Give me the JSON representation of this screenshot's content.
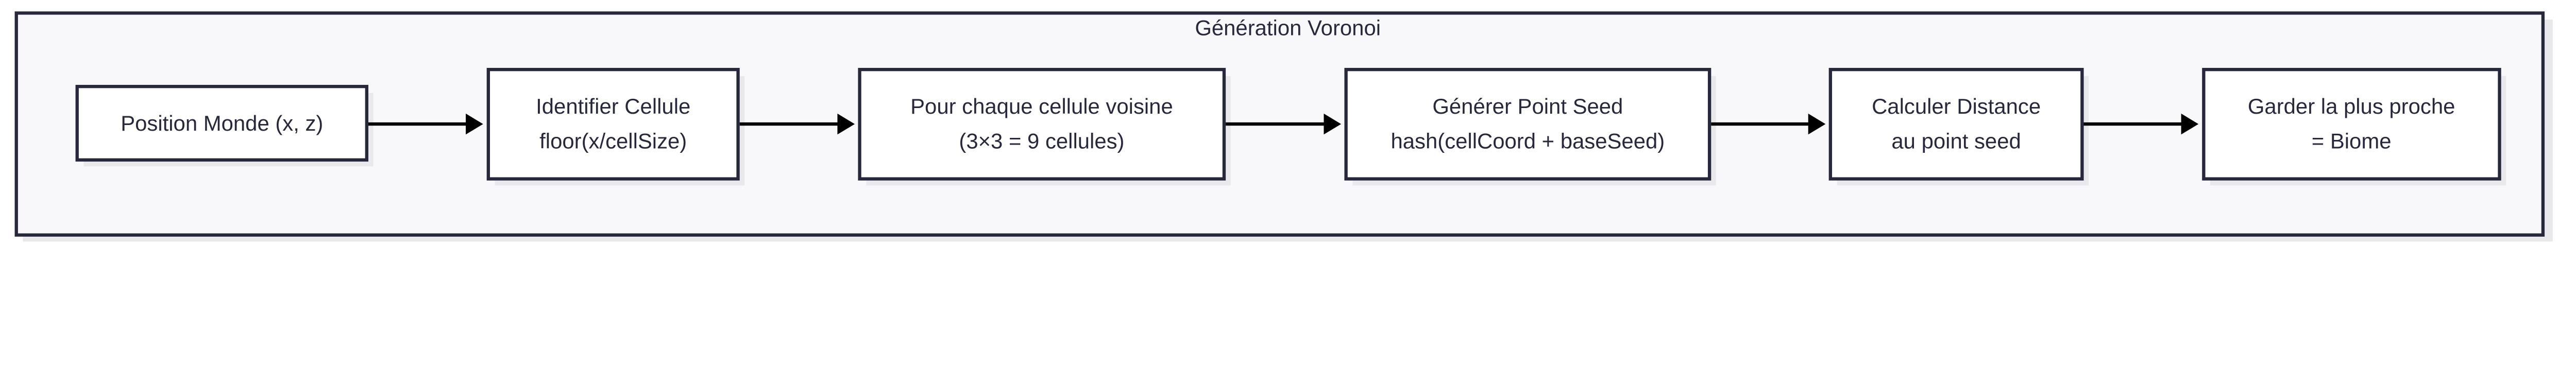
{
  "diagram": {
    "title": "Génération Voronoi",
    "nodes": [
      {
        "lines": [
          "Position Monde (x, z)"
        ]
      },
      {
        "lines": [
          "Identifier Cellule",
          "floor(x/cellSize)"
        ]
      },
      {
        "lines": [
          "Pour chaque cellule voisine",
          "(3×3 = 9 cellules)"
        ]
      },
      {
        "lines": [
          "Générer Point Seed",
          "hash(cellCoord + baseSeed)"
        ]
      },
      {
        "lines": [
          "Calculer Distance",
          "au point seed"
        ]
      },
      {
        "lines": [
          "Garder la plus proche",
          "= Biome"
        ]
      }
    ],
    "colors": {
      "border": "#28283d",
      "frame_fill": "#f8f8fa",
      "node_fill": "#ffffff",
      "arrow": "#000000"
    }
  }
}
